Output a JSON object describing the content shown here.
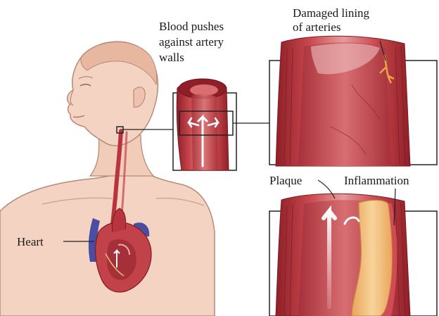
{
  "labels": {
    "blood_pushes": [
      "Blood pushes",
      "against artery",
      "walls"
    ],
    "damaged_lining": [
      "Damaged lining",
      "of arteries"
    ],
    "plaque": "Plaque",
    "inflammation": "Inflammation",
    "heart": "Heart"
  },
  "colors": {
    "skin": "#f4d3c2",
    "skin_outline": "#b58a78",
    "artery_red": "#b8343e",
    "artery_light": "#e4969a",
    "plaque_yellow": "#f3c07a",
    "vein_blue": "#4a4ea2",
    "outline": "#222222"
  }
}
